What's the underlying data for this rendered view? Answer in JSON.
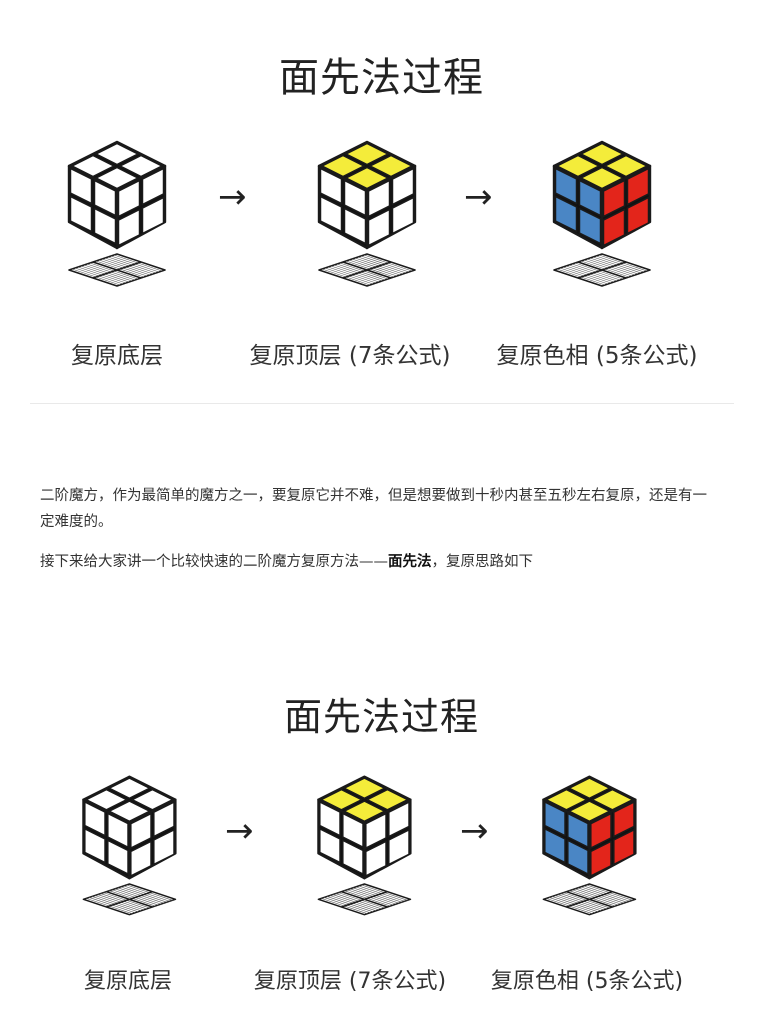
{
  "section1": {
    "title": "面先法过程",
    "steps": [
      {
        "caption": "复原底层",
        "state": "white"
      },
      {
        "caption": "复原顶层 (7条公式)",
        "state": "yellow-top"
      },
      {
        "caption": "复原色相 (5条公式)",
        "state": "solved"
      }
    ],
    "arrow": "→"
  },
  "intro": {
    "paragraph1": "二阶魔方，作为最简单的魔方之一，要复原它并不难，但是想要做到十秒内甚至五秒左右复原，还是有一定难度的。",
    "paragraph2_before": "接下来给大家讲一个比较快速的二阶魔方复原方法——",
    "paragraph2_bold": "面先法",
    "paragraph2_after": "，复原思路如下"
  },
  "section2": {
    "title": "面先法过程",
    "steps": [
      {
        "caption": "复原底层",
        "state": "white"
      },
      {
        "caption": "复原顶层 (7条公式)",
        "state": "yellow-top"
      },
      {
        "caption": "复原色相 (5条公式)",
        "state": "solved"
      }
    ],
    "arrow": "→"
  },
  "colors": {
    "white": "#ffffff",
    "yellow": "#f4ec3a",
    "blue": "#4a86c5",
    "red": "#e3251b",
    "outline": "#1a1a1a"
  }
}
